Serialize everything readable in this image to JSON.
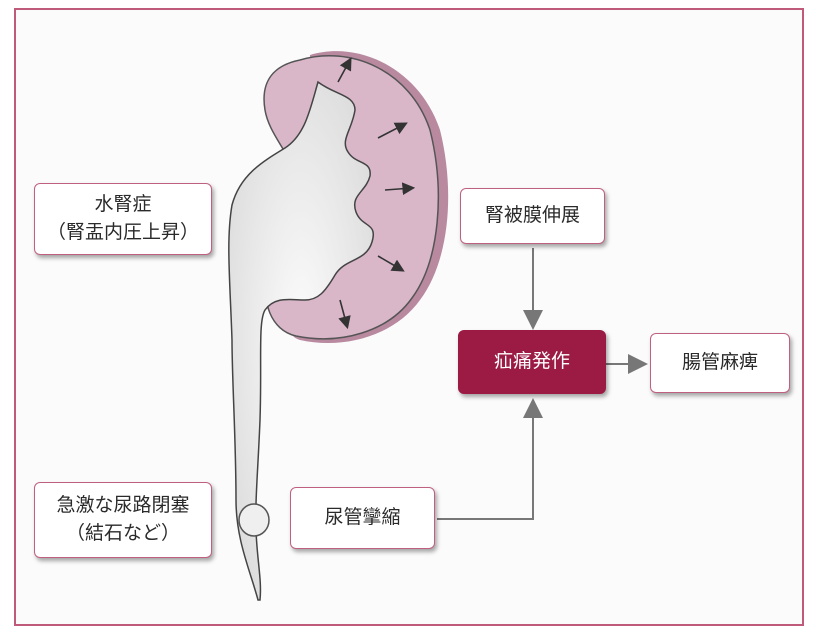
{
  "labels": {
    "hydronephrosis": "水腎症",
    "pelvic_pressure": "（腎盂内圧上昇）",
    "capsule_stretch": "腎被膜伸展",
    "colic_attack": "疝痛発作",
    "ileus": "腸管麻痺",
    "obstruction": "急激な尿路閉塞",
    "stone_example": "（結石など）",
    "ureter_spasm": "尿管攣縮"
  },
  "colors": {
    "kidney_fill": "#d9b7c9",
    "kidney_cortex": "#b8899f",
    "accent": "#9b1b44",
    "connector": "#777777"
  }
}
